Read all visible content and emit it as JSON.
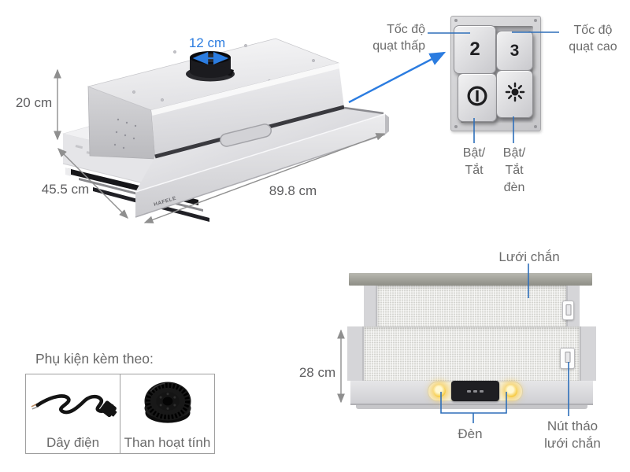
{
  "product_view": {
    "brand_label": "HAFELE",
    "outlet_diameter_label": "12 cm",
    "height_label": "20 cm",
    "depth_label": "45.5 cm",
    "width_label": "89.8 cm"
  },
  "control_panel": {
    "low_speed_button": "2",
    "high_speed_button": "3",
    "low_speed_label": "Tốc độ\nquạt thấp",
    "high_speed_label": "Tốc độ\nquạt cao",
    "power_label": "Bật/\nTắt",
    "light_label": "Bật/\nTắt\nđèn",
    "icons": {
      "power": "power-icon",
      "light": "light-icon"
    }
  },
  "front_view": {
    "filter_label": "Lưới chắn",
    "height_label": "28 cm",
    "lamp_label": "Đèn",
    "release_label": "Nút tháo\nlưới chắn"
  },
  "accessories": {
    "heading": "Phụ kiện kèm theo:",
    "items": [
      {
        "label": "Dây điện",
        "icon": "power-cord-icon"
      },
      {
        "label": "Than hoạt tính",
        "icon": "carbon-filter-icon"
      }
    ]
  },
  "colors": {
    "accent_blue": "#2b7ce0",
    "connector_blue": "#2e6fba",
    "dimension_gray": "#8f8f8f",
    "label_gray": "#6b6b6b"
  }
}
